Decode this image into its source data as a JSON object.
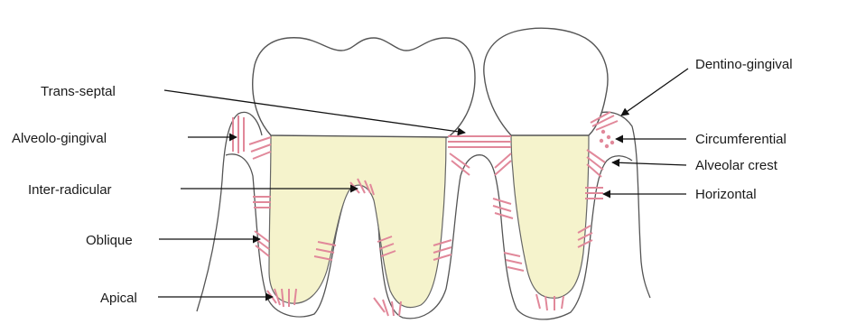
{
  "colors": {
    "fiber": "#e1889a",
    "root_fill": "#f5f3cc",
    "background": "#ffffff",
    "outline": "#555555",
    "pointer": "#111111"
  },
  "labels": {
    "trans_septal": "Trans-septal",
    "alveolo_gingival": "Alveolo-gingival",
    "inter_radicular": "Inter-radicular",
    "oblique": "Oblique",
    "apical": "Apical",
    "dentino_gingival": "Dentino-gingival",
    "circumferential": "Circumferential",
    "alveolar_crest": "Alveolar crest",
    "horizontal": "Horizontal"
  }
}
